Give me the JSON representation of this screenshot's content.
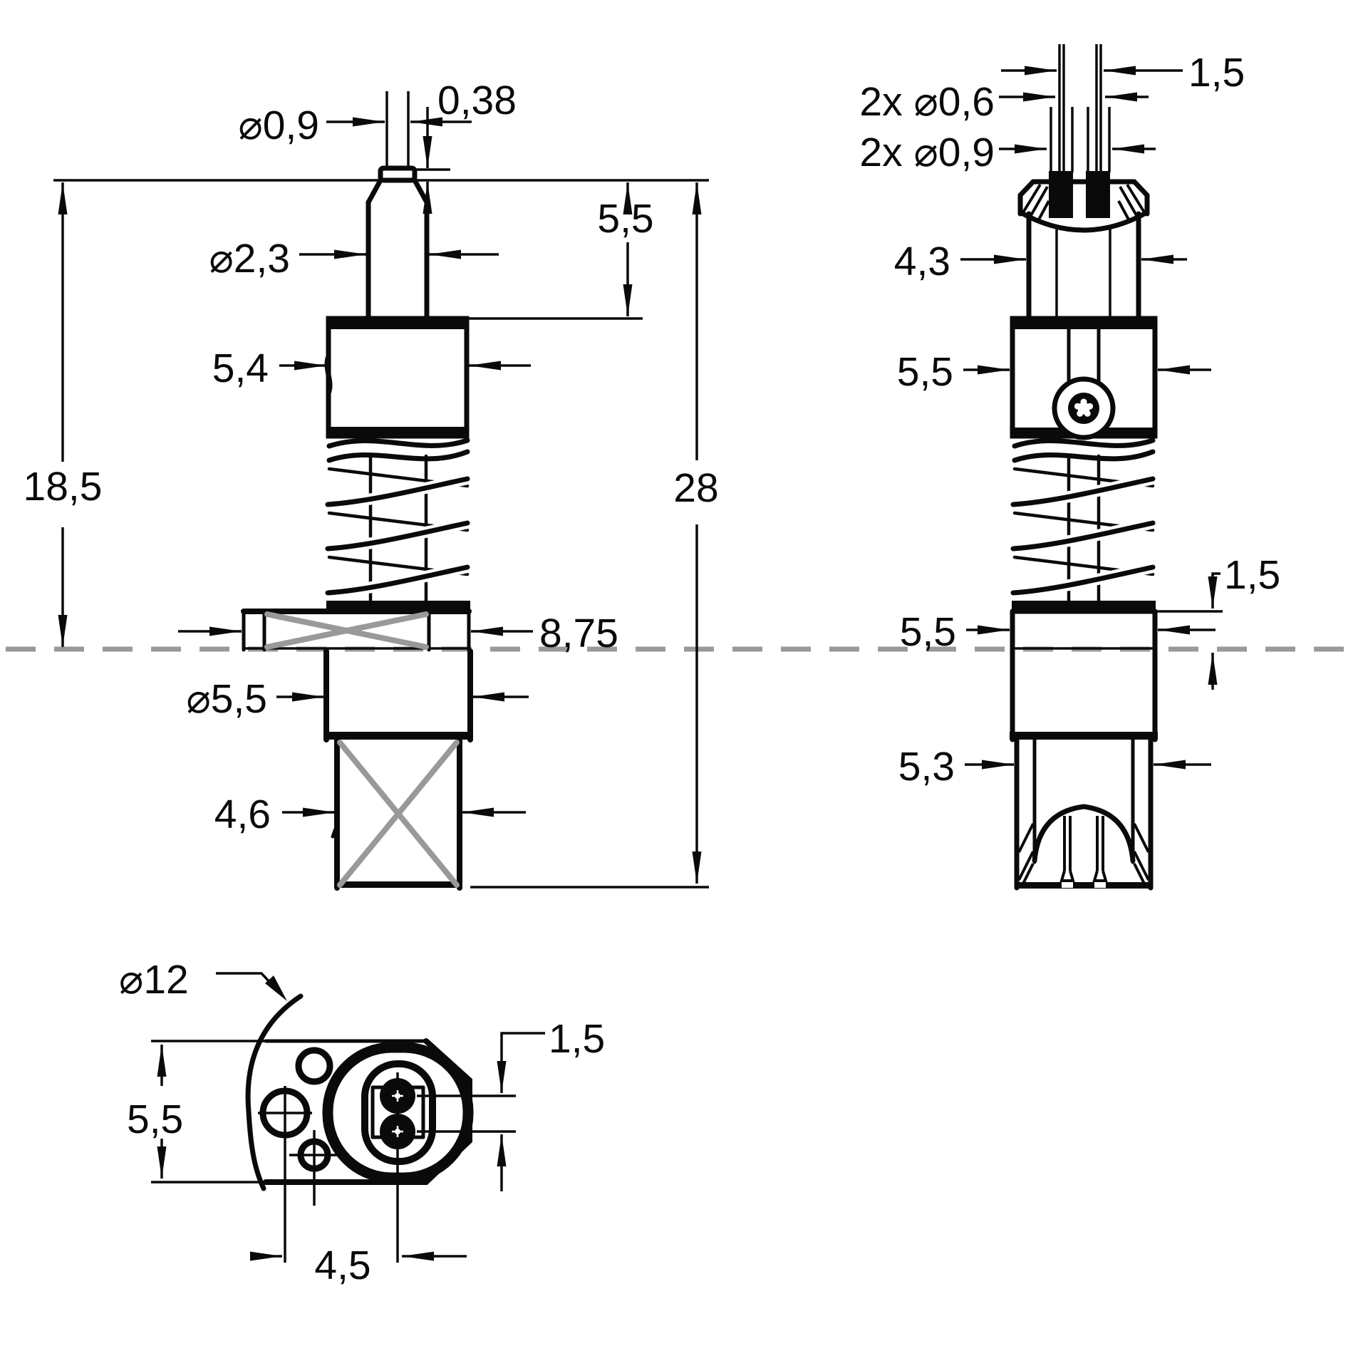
{
  "drawing": {
    "type": "technical-dimension-drawing",
    "part": "spring-loaded test probe with mounting flange",
    "units_style": "comma-decimal-millimeters",
    "mounting_plane_line_color": "#999999",
    "line_color": "#0a0a0a",
    "background": "#ffffff",
    "views": {
      "front": {
        "dimensions": {
          "pin_diameter": "⌀0,9",
          "tip_length": "0,38",
          "plunger_diameter": "⌀2,3",
          "plunger_exposed_length": "5,5",
          "body_width": "5,4",
          "length_above_plane": "18,5",
          "overall_length": "28",
          "flange_width": "8,75",
          "bushing_diameter": "⌀5,5",
          "termination_width": "4,6"
        }
      },
      "side": {
        "dimensions": {
          "lead_pitch": "1,5",
          "lead_diameter": "2x ⌀0,6",
          "lead_sleeve_diameter": "2x ⌀0,9",
          "head_width": "4,3",
          "block_width": "5,5",
          "collar_width": "5,5",
          "collar_height_above_plane": "1,5",
          "barrel_width": "5,3"
        }
      },
      "bottom": {
        "dimensions": {
          "flange_arc_diameter": "⌀12",
          "plate_height": "5,5",
          "pin_pitch": "1,5",
          "screw_to_pin_offset": "4,5"
        }
      }
    }
  }
}
